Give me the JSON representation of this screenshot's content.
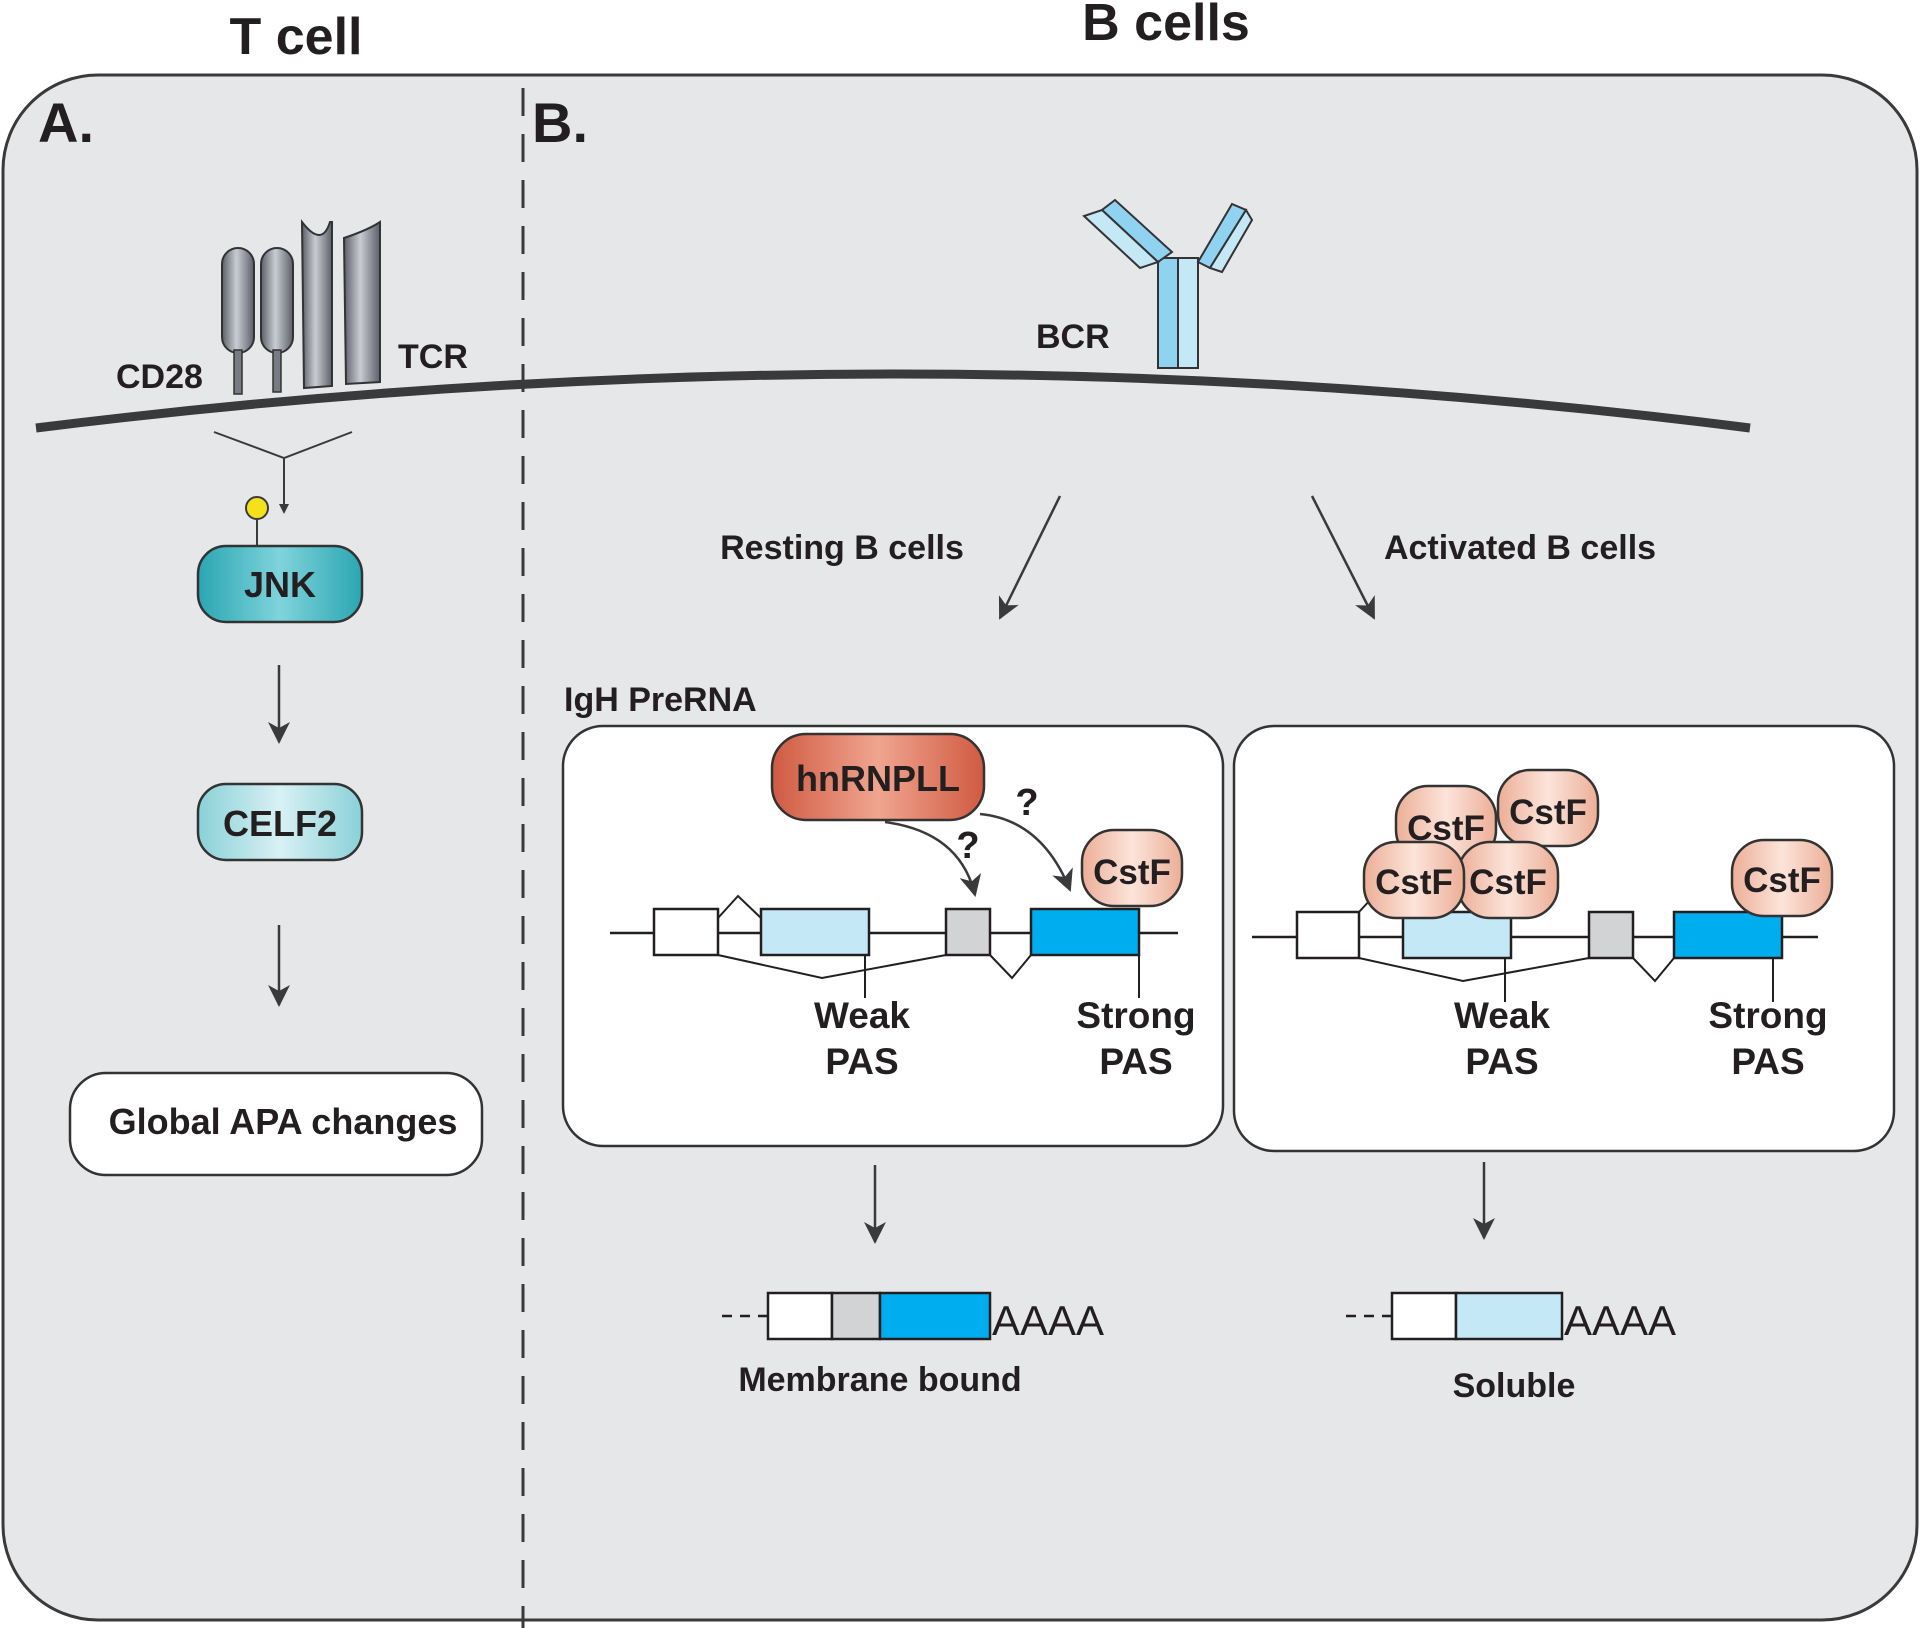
{
  "headings": {
    "t_cell": "T cell",
    "b_cells": "B cells"
  },
  "panels": {
    "a": "A.",
    "b": "B."
  },
  "receptors": {
    "cd28": "CD28",
    "tcr": "TCR",
    "bcr": "BCR"
  },
  "t_pathway": {
    "jnk": "JNK",
    "celf2": "CELF2",
    "outcome": "Global APA changes"
  },
  "b_pathway": {
    "resting": "Resting B cells",
    "activated": "Activated B cells",
    "pre_rna": "IgH PreRNA",
    "hnrnpll": "hnRNPLL",
    "question": "?",
    "cstf": "CstF",
    "weak_pas": [
      "Weak",
      "PAS"
    ],
    "strong_pas": [
      "Strong",
      "PAS"
    ],
    "polyA": "AAAA",
    "membrane_bound": "Membrane bound",
    "soluble": "Soluble"
  },
  "colors": {
    "background": "#e6e7e9",
    "membrane": "#3a3a3c",
    "jnk": "#2fb2be",
    "celf2": "#9bd7dd",
    "hnrnpll": "#d9654d",
    "cstf": "#f3c0ad",
    "light_exon": "#c5e8f7",
    "strong_exon": "#00aeef",
    "grey_exon": "#d1d3d4",
    "phospho": "#f5e11a",
    "bcr": "#8fd3f0"
  }
}
